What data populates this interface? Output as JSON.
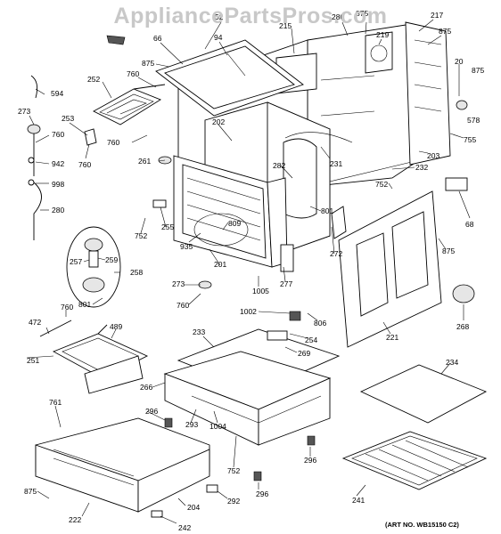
{
  "watermark": "AppliancePartsPros.com",
  "art_number": "(ART NO. WB15150 C2)",
  "labels": [
    {
      "id": "l52",
      "text": "52"
    },
    {
      "id": "l280a",
      "text": "280"
    },
    {
      "id": "l875a",
      "text": "875"
    },
    {
      "id": "l217",
      "text": "217"
    },
    {
      "id": "l875b",
      "text": "875"
    },
    {
      "id": "l215",
      "text": "215"
    },
    {
      "id": "l219",
      "text": "219"
    },
    {
      "id": "l66",
      "text": "66"
    },
    {
      "id": "l94",
      "text": "94"
    },
    {
      "id": "l875c",
      "text": "875"
    },
    {
      "id": "l20",
      "text": "20"
    },
    {
      "id": "l875d",
      "text": "875"
    },
    {
      "id": "l578",
      "text": "578"
    },
    {
      "id": "l594",
      "text": "594"
    },
    {
      "id": "l252",
      "text": "252"
    },
    {
      "id": "l760a",
      "text": "760"
    },
    {
      "id": "l273a",
      "text": "273"
    },
    {
      "id": "l253",
      "text": "253"
    },
    {
      "id": "l760b",
      "text": "760"
    },
    {
      "id": "l760c",
      "text": "760"
    },
    {
      "id": "l760d",
      "text": "760"
    },
    {
      "id": "l202",
      "text": "202"
    },
    {
      "id": "l755",
      "text": "755"
    },
    {
      "id": "l203",
      "text": "203"
    },
    {
      "id": "l942",
      "text": "942"
    },
    {
      "id": "l261",
      "text": "261"
    },
    {
      "id": "l231",
      "text": "231"
    },
    {
      "id": "l282",
      "text": "282"
    },
    {
      "id": "l232",
      "text": "232"
    },
    {
      "id": "l998",
      "text": "998"
    },
    {
      "id": "l752a",
      "text": "752"
    },
    {
      "id": "l280b",
      "text": "280"
    },
    {
      "id": "l68",
      "text": "68"
    },
    {
      "id": "l801a",
      "text": "801"
    },
    {
      "id": "l809",
      "text": "809"
    },
    {
      "id": "l752b",
      "text": "752"
    },
    {
      "id": "l255",
      "text": "255"
    },
    {
      "id": "l935",
      "text": "935"
    },
    {
      "id": "l875e",
      "text": "875"
    },
    {
      "id": "l257",
      "text": "257"
    },
    {
      "id": "l259",
      "text": "259"
    },
    {
      "id": "l258",
      "text": "258"
    },
    {
      "id": "l272",
      "text": "272"
    },
    {
      "id": "l201",
      "text": "201"
    },
    {
      "id": "l277",
      "text": "277"
    },
    {
      "id": "l273b",
      "text": "273"
    },
    {
      "id": "l1005",
      "text": "1005"
    },
    {
      "id": "l801b",
      "text": "801"
    },
    {
      "id": "l760e",
      "text": "760"
    },
    {
      "id": "l268",
      "text": "268"
    },
    {
      "id": "l760f",
      "text": "760"
    },
    {
      "id": "l1002",
      "text": "1002"
    },
    {
      "id": "l806",
      "text": "806"
    },
    {
      "id": "l472",
      "text": "472"
    },
    {
      "id": "l489",
      "text": "489"
    },
    {
      "id": "l254",
      "text": "254"
    },
    {
      "id": "l221",
      "text": "221"
    },
    {
      "id": "l233",
      "text": "233"
    },
    {
      "id": "l251",
      "text": "251"
    },
    {
      "id": "l269",
      "text": "269"
    },
    {
      "id": "l234",
      "text": "234"
    },
    {
      "id": "l266",
      "text": "266"
    },
    {
      "id": "l761",
      "text": "761"
    },
    {
      "id": "l296a",
      "text": "296"
    },
    {
      "id": "l293",
      "text": "293"
    },
    {
      "id": "l1004",
      "text": "1004"
    },
    {
      "id": "l296b",
      "text": "296"
    },
    {
      "id": "l752c",
      "text": "752"
    },
    {
      "id": "l296c",
      "text": "296"
    },
    {
      "id": "l875f",
      "text": "875"
    },
    {
      "id": "l292",
      "text": "292"
    },
    {
      "id": "l241",
      "text": "241"
    },
    {
      "id": "l222",
      "text": "222"
    },
    {
      "id": "l204",
      "text": "204"
    },
    {
      "id": "l242",
      "text": "242"
    }
  ]
}
